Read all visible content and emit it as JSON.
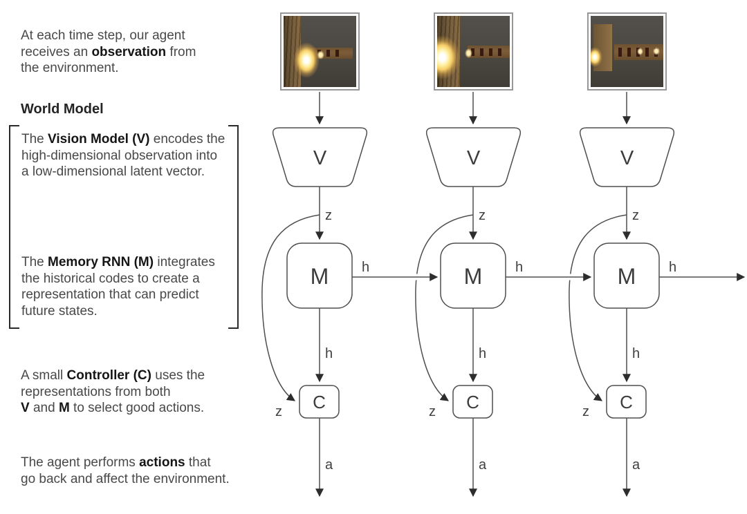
{
  "colors": {
    "background": "#ffffff",
    "line": "#4e4e4e",
    "arrowhead": "#2d2d2d",
    "text": "#484848",
    "bold_text": "#151515",
    "frame_border": "#97979a",
    "fireball_glow": "#f8d068"
  },
  "annotations": {
    "observation": {
      "l1": [
        "At each time step, our agent"
      ],
      "l2": [
        "receives an ",
        "observation",
        " from"
      ],
      "l3": [
        "the environment."
      ]
    },
    "world_model_heading": "World Model",
    "vision": {
      "l1": [
        "The ",
        "Vision Model (V)",
        " encodes the"
      ],
      "l2": [
        "high-dimensional observation into"
      ],
      "l3": [
        "a low-dimensional latent vector."
      ]
    },
    "memory": {
      "l1": [
        "The ",
        "Memory RNN (M)",
        " integrates"
      ],
      "l2": [
        "the historical codes to create a"
      ],
      "l3": [
        "representation that can predict"
      ],
      "l4": [
        "future states."
      ]
    },
    "controller": {
      "l1": [
        "A small ",
        "Controller (C)",
        " uses the"
      ],
      "l2": [
        "representations from both"
      ],
      "l3": [
        "V",
        " and ",
        "M",
        " to select good actions."
      ]
    },
    "actions": {
      "l1": [
        "The agent performs ",
        "actions",
        " that"
      ],
      "l2": [
        "go back and affect the environment."
      ]
    }
  },
  "diagram": {
    "labels": {
      "v": "V",
      "m": "M",
      "c": "C",
      "z": "z",
      "h": "h",
      "a": "a"
    }
  }
}
